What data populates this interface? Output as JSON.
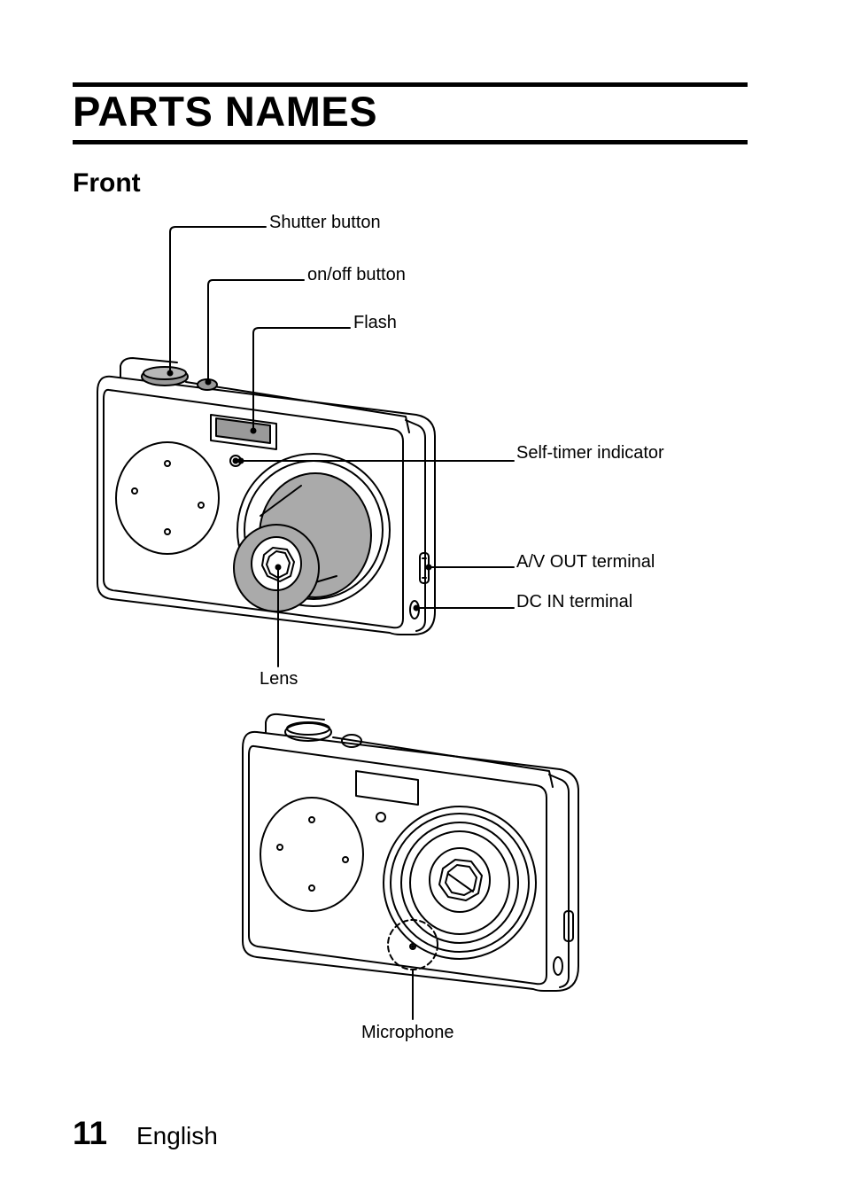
{
  "page": {
    "title": "PARTS NAMES",
    "section": "Front",
    "page_number": "11",
    "language": "English"
  },
  "callouts": {
    "shutter": "Shutter button",
    "onoff": "on/off button",
    "flash": "Flash",
    "selftimer": "Self-timer indicator",
    "avout": "A/V OUT terminal",
    "dcin": "DC IN terminal",
    "lens": "Lens",
    "microphone": "Microphone"
  }
}
